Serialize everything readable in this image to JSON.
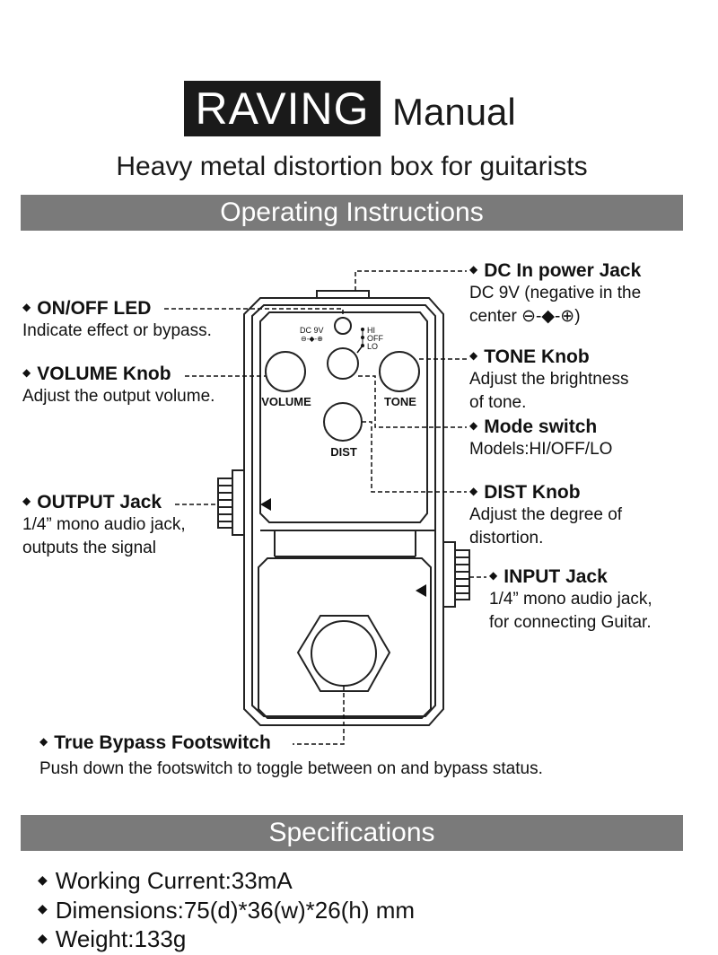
{
  "header": {
    "brand": "RAVING",
    "manual_label": "Manual",
    "subtitle": "Heavy metal distortion box for guitarists"
  },
  "sections": {
    "operating": "Operating Instructions",
    "specifications": "Specifications"
  },
  "pedal_labels": {
    "dc": "DC 9V",
    "volume": "VOLUME",
    "tone": "TONE",
    "dist": "DIST",
    "hi": "HI",
    "off": "OFF",
    "lo": "LO"
  },
  "callouts": {
    "dc_in": {
      "title": "DC In power Jack",
      "desc": [
        "DC 9V (negative in the",
        "center ⊖-◆-⊕)"
      ]
    },
    "on_off": {
      "title": "ON/OFF LED",
      "desc": [
        "Indicate effect or bypass."
      ]
    },
    "tone": {
      "title": "TONE Knob",
      "desc": [
        "Adjust the brightness",
        "of tone."
      ]
    },
    "volume": {
      "title": "VOLUME Knob",
      "desc": [
        "Adjust the output volume."
      ]
    },
    "mode": {
      "title": "Mode switch",
      "desc": [
        "Models:HI/OFF/LO"
      ]
    },
    "dist": {
      "title": "DIST Knob",
      "desc": [
        "Adjust the degree of",
        "distortion."
      ]
    },
    "output": {
      "title": "OUTPUT Jack",
      "desc": [
        "1/4” mono audio jack,",
        "outputs the signal"
      ]
    },
    "input": {
      "title": "INPUT Jack",
      "desc": [
        "1/4” mono audio jack,",
        "for connecting Guitar."
      ]
    },
    "footswitch": {
      "title": "True Bypass Footswitch",
      "desc": [
        "Push down the footswitch to toggle between on and bypass status."
      ]
    }
  },
  "specs": [
    "Working Current:33mA",
    "Dimensions:75(d)*36(w)*26(h) mm",
    "Weight:133g"
  ]
}
